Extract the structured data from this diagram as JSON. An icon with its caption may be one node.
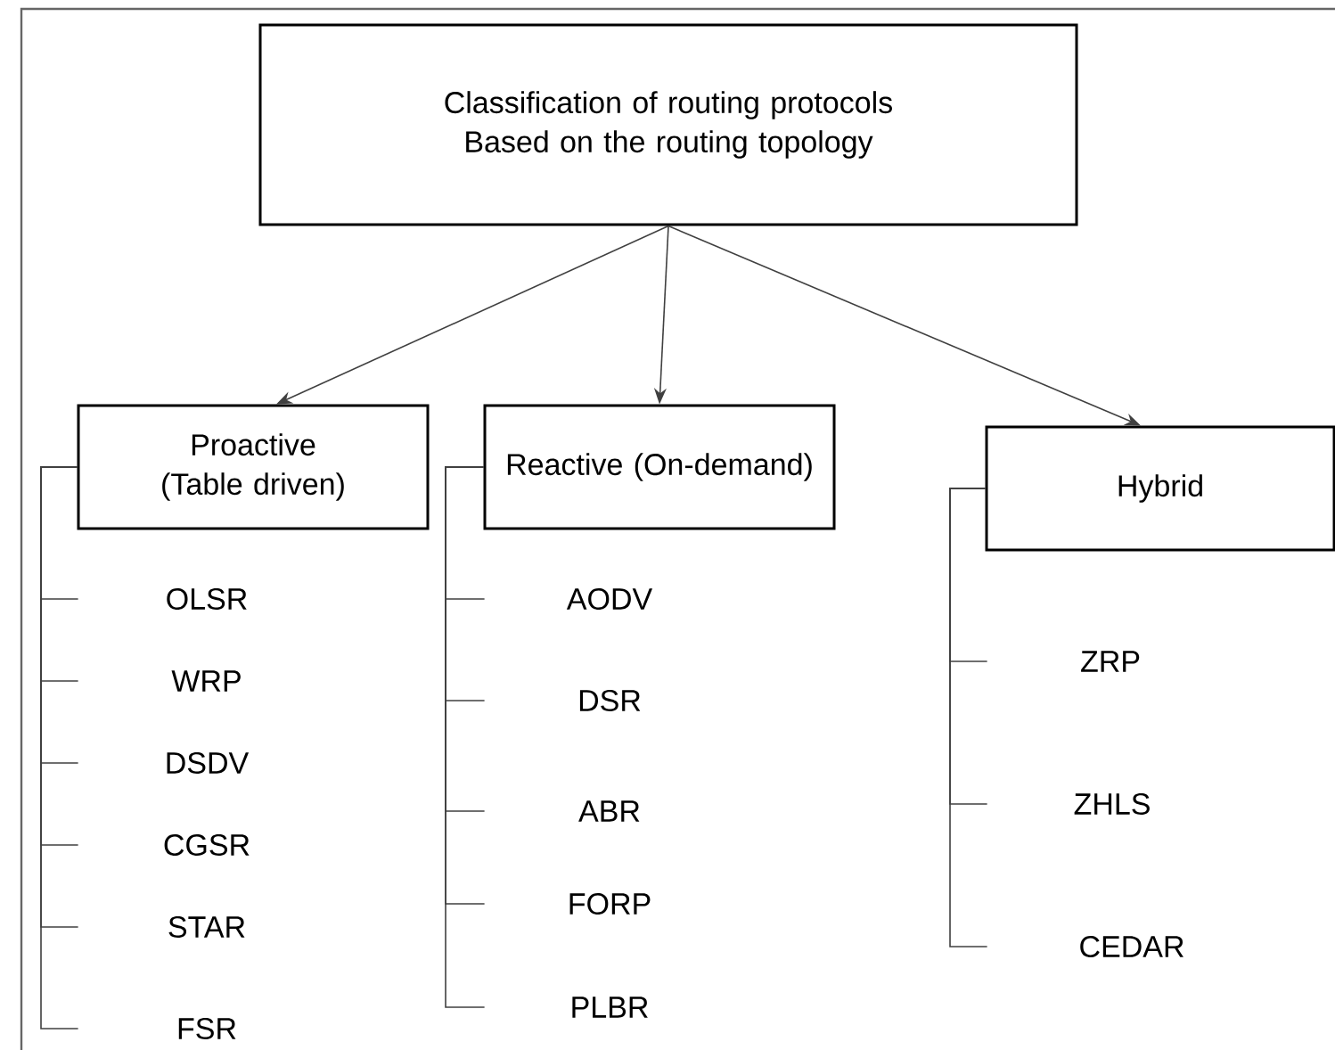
{
  "diagram": {
    "nodes": [
      {
        "text": [
          "Classification of routing protocols Based on the routing topology"
        ]
      },
      {
        "text": [
          "Proactive (Table driven)"
        ]
      },
      {
        "text": [
          "Reactive (On-demand)"
        ]
      },
      {
        "text": [
          "Hybrid"
        ]
      },
      {
        "text": [
          "OLSR"
        ]
      },
      {
        "text": [
          "WRP"
        ]
      },
      {
        "text": [
          "DSDV"
        ]
      },
      {
        "text": [
          "CGSR"
        ]
      },
      {
        "text": [
          "STAR"
        ]
      },
      {
        "text": [
          "FSR"
        ]
      },
      {
        "text": [
          "AODV"
        ]
      },
      {
        "text": [
          "DSR"
        ]
      },
      {
        "text": [
          "ABR"
        ]
      },
      {
        "text": [
          "FORP"
        ]
      },
      {
        "text": [
          "PLBR"
        ]
      },
      {
        "text": [
          "ZRP"
        ]
      },
      {
        "text": [
          "ZHLS"
        ]
      },
      {
        "text": [
          "CEDAR"
        ]
      }
    ],
    "edges": [
      {
        "from": 0,
        "to": 1,
        "arrow": "to"
      },
      {
        "from": 0,
        "to": 2,
        "arrow": "to"
      },
      {
        "from": 0,
        "to": 3,
        "arrow": "to"
      },
      {
        "from": 1,
        "to": 4,
        "arrow": "none"
      },
      {
        "from": 1,
        "to": 5,
        "arrow": "none"
      },
      {
        "from": 1,
        "to": 6,
        "arrow": "none"
      },
      {
        "from": 1,
        "to": 7,
        "arrow": "none"
      },
      {
        "from": 1,
        "to": 8,
        "arrow": "none"
      },
      {
        "from": 1,
        "to": 9,
        "arrow": "none"
      },
      {
        "from": 2,
        "to": 10,
        "arrow": "none"
      },
      {
        "from": 2,
        "to": 11,
        "arrow": "none"
      },
      {
        "from": 2,
        "to": 12,
        "arrow": "none"
      },
      {
        "from": 2,
        "to": 13,
        "arrow": "none"
      },
      {
        "from": 2,
        "to": 14,
        "arrow": "none"
      },
      {
        "from": 3,
        "to": 15,
        "arrow": "none"
      },
      {
        "from": 3,
        "to": 16,
        "arrow": "none"
      },
      {
        "from": 3,
        "to": 17,
        "arrow": "none"
      }
    ]
  }
}
